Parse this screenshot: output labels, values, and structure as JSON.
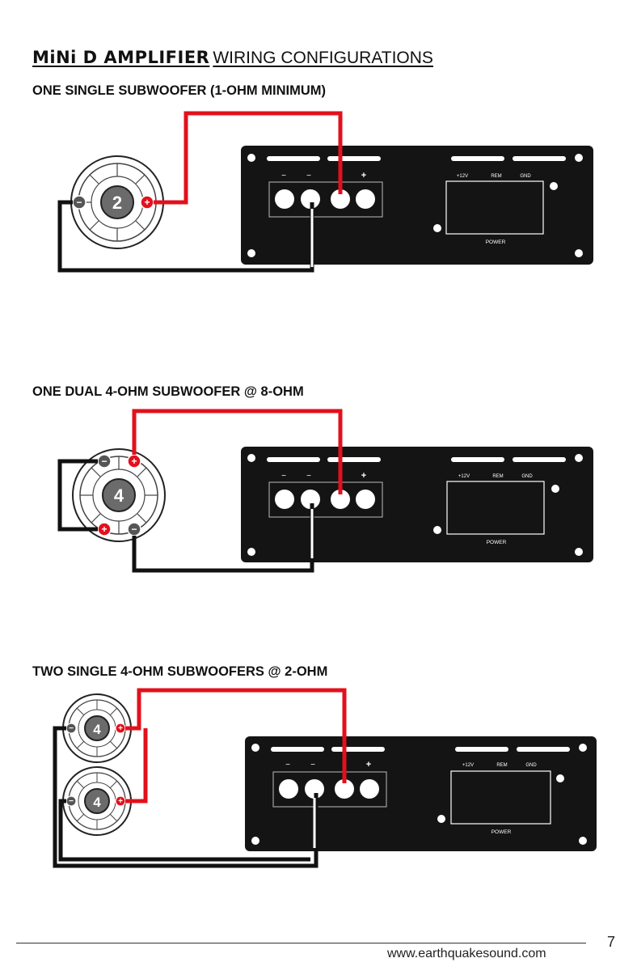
{
  "page": {
    "title_brand": "MiNi D AMPLIFIER",
    "title_rest": "WIRING CONFIGURATIONS",
    "footer_url": "www.earthquakesound.com",
    "page_number": "7"
  },
  "configs": [
    {
      "heading": "ONE SINGLE SUBWOOFER (1-OHM MINIMUM)",
      "woofer_rating": "2"
    },
    {
      "heading": "ONE DUAL 4-OHM SUBWOOFER @ 8-OHM",
      "woofer_rating": "4"
    },
    {
      "heading": "TWO SINGLE 4-OHM SUBWOOFERS @ 2-OHM",
      "woofer_rating_1": "4",
      "woofer_rating_2": "4"
    }
  ],
  "amplifier": {
    "speaker_labels": [
      "−",
      "−",
      "+",
      "+"
    ],
    "power_labels": [
      "+12V",
      "REM",
      "GND"
    ],
    "power_caption": "POWER"
  },
  "terminal_symbols": {
    "positive": "+",
    "negative": "−"
  },
  "colors": {
    "positive_wire": "#e3101d",
    "negative_wire": "#111111",
    "amp_body": "#141414",
    "terminal": "#ffffff"
  }
}
